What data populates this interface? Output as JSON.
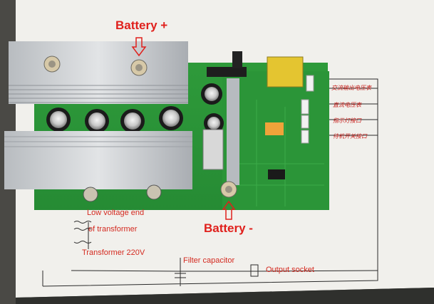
{
  "labels": {
    "battery_positive": "Battery +",
    "battery_negative": "Battery -",
    "low_voltage_end_line1": "Low voltage end",
    "low_voltage_end_line2": "of transformer",
    "transformer_220v": "Transformer 220V",
    "filter_capacitor": "Filter capacitor",
    "output_socket": "Output socket",
    "ac_output_voltmeter": "交流输出电压表",
    "dc_voltmeter": "直流电压表",
    "indicator_light_interface": "指示灯接口",
    "standby_switch_interface": "待机开关接口"
  },
  "colors": {
    "label_red": "#e0201c",
    "board_green": "#2f9a3c",
    "heatsink_silver": "#c9ccd0",
    "paper_white": "#f2f1ee"
  }
}
